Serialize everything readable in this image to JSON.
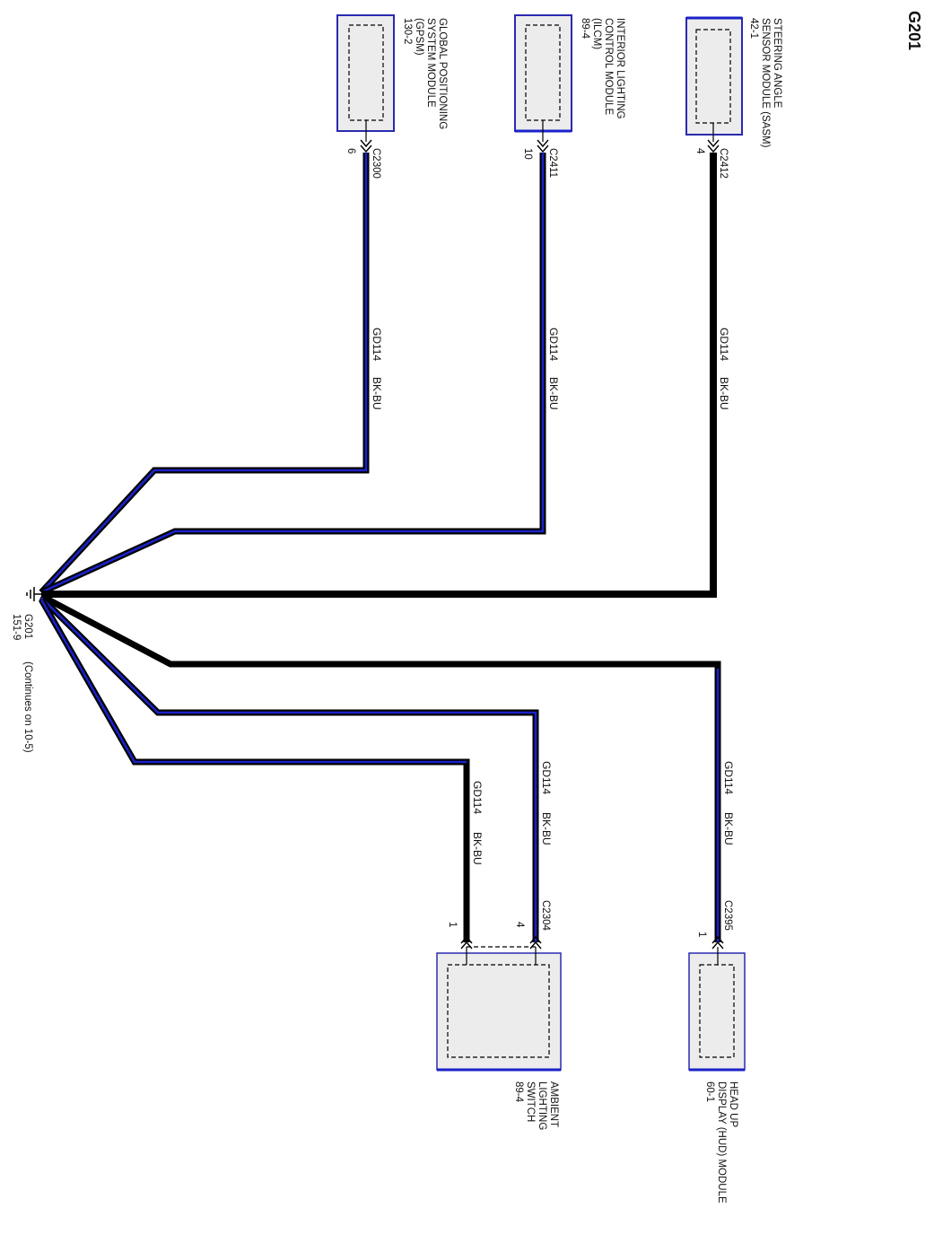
{
  "page_title": "G201",
  "ground": {
    "name": "G201",
    "page_ref": "151-9",
    "note": "(Continues on 10-5)"
  },
  "colors": {
    "black": "#000000",
    "blue": "#1a22c8",
    "module_fill": "#ececec",
    "module_border": "#2a2ab0"
  },
  "modules": {
    "gpsm": {
      "lines": [
        "GLOBAL POSITIONING",
        "SYSTEM MODULE",
        "(GPSM)",
        "130-2"
      ],
      "connector": "C2300",
      "pin": "6",
      "circuit": "GD114",
      "color_code": "BK-BU"
    },
    "ilcm": {
      "lines": [
        "INTERIOR LIGHTING",
        "CONTROL MODULE",
        "(ILCM)",
        "89-4"
      ],
      "connector": "C2411",
      "pin": "10",
      "circuit": "GD114",
      "color_code": "BK-BU"
    },
    "sasm": {
      "lines": [
        "STEERING ANGLE",
        "SENSOR MODULE (SASM)",
        "42-1"
      ],
      "connector": "C2412",
      "pin": "4",
      "circuit": "GD114",
      "color_code": "BK-BU"
    },
    "ambient": {
      "lines": [
        "AMBIENT",
        "LIGHTING",
        "SWITCH",
        "89-4"
      ],
      "connector": "C2304",
      "pin_a": "1",
      "pin_b": "4",
      "circuit_a": "GD114",
      "color_code_a": "BK-BU",
      "circuit_b": "GD114",
      "color_code_b": "BK-BU"
    },
    "hud": {
      "lines": [
        "HEAD UP",
        "DISPLAY (HUD) MODULE",
        "60-1"
      ],
      "connector": "C2395",
      "pin": "1",
      "circuit": "GD114",
      "color_code": "BK-BU"
    }
  }
}
